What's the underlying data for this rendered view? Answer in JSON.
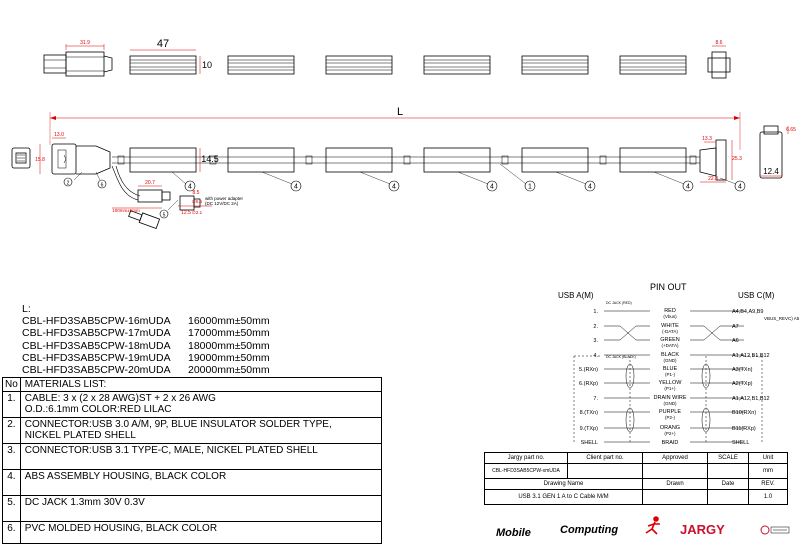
{
  "dims": {
    "plug_len": "31.9",
    "seg_len": "47",
    "seg_h": "10",
    "c_w": "8.6",
    "overall": "L",
    "a_off": "13.0",
    "a_h": "15.8",
    "seg_h2": "14.5",
    "c_off": "13.3",
    "c_h": "25.3",
    "c_len": "22.8",
    "c_end_h": "6.65",
    "c_end_w": "12.4",
    "dc_w": "20.7",
    "dc_len": "100mm±5mm",
    "dc_d1": "8.5",
    "dc_d2": "12.5",
    "dc_d3": "∅5.5",
    "dc_d4": "∅2.1"
  },
  "balloons": [
    "1",
    "2",
    "3",
    "4",
    "5",
    "6"
  ],
  "adapter_note": [
    "with power adapter",
    "(DC 12V/DC 2A)"
  ],
  "length_table": {
    "label": "L:",
    "rows": [
      {
        "pn": "CBL-HFD3SAB5CPW-16mUDA",
        "len": "16000mm±50mm"
      },
      {
        "pn": "CBL-HFD3SAB5CPW-17mUDA",
        "len": "17000mm±50mm"
      },
      {
        "pn": "CBL-HFD3SAB5CPW-18mUDA",
        "len": "18000mm±50mm"
      },
      {
        "pn": "CBL-HFD3SAB5CPW-19mUDA",
        "len": "19000mm±50mm"
      },
      {
        "pn": "CBL-HFD3SAB5CPW-20mUDA",
        "len": "20000mm±50mm"
      }
    ]
  },
  "materials": {
    "header_no": "No",
    "header": "MATERIALS LIST:",
    "items": [
      {
        "no": "1.",
        "text": "CABLE: 3 x (2 x 28 AWG)ST + 2 x 26 AWG\nO.D.:6.1mm COLOR:RED LILAC"
      },
      {
        "no": "2.",
        "text": "CONNECTOR:USB 3.0 A/M, 9P, BLUE INSULATOR SOLDER TYPE,\nNICKEL PLATED SHELL"
      },
      {
        "no": "3.",
        "text": "CONNECTOR:USB 3.1 TYPE-C, MALE, NICKEL PLATED SHELL"
      },
      {
        "no": "4.",
        "text": "ABS ASSEMBLY HOUSING, BLACK COLOR"
      },
      {
        "no": "5.",
        "text": "DC JACK 1.3mm 30V 0.3V"
      },
      {
        "no": "6.",
        "text": "PVC MOLDED HOUSING, BLACK COLOR"
      }
    ]
  },
  "pinout": {
    "title": "PIN OUT",
    "left_title": "USB A(M)",
    "right_title": "USB C(M)",
    "dc_jack_red": "DC JACK (RED)",
    "dc_jack_black": "DC JACK (BLACK)",
    "vbus_extra": "VBUS_REVC) A5",
    "rows": [
      {
        "l": "1.",
        "name": "RED",
        "sub": "(Vbus)",
        "r": "A4,B4,A9,B9"
      },
      {
        "l": "2.",
        "name": "WHITE",
        "sub": "(-DATA)",
        "r": "A7"
      },
      {
        "l": "3.",
        "name": "GREEN",
        "sub": "(+DATA)",
        "r": "A6"
      },
      {
        "l": "4.",
        "name": "BLACK",
        "sub": "(GND)",
        "r": "A1,A12,B1,B12"
      },
      {
        "l": "5.(RXn)",
        "name": "BLUE",
        "sub": "(P1-)",
        "r": "A3(TXn)"
      },
      {
        "l": "6.(RXp)",
        "name": "YELLOW",
        "sub": "(P1+)",
        "r": "A2(TXp)"
      },
      {
        "l": "7.",
        "name": "DRAIN WIRE",
        "sub": "(GND)",
        "r": "A1,A12,B1,B12"
      },
      {
        "l": "8.(TXn)",
        "name": "PURPLE",
        "sub": "(P2-)",
        "r": "B10(RXn)"
      },
      {
        "l": "9.(TXp)",
        "name": "ORANG",
        "sub": "(P2+)",
        "r": "B11(RXp)"
      },
      {
        "l": "SHELL",
        "name": "BRAID",
        "sub": "",
        "r": "SHELL"
      }
    ]
  },
  "title_block": {
    "jargy_pn_label": "Jargy part no.",
    "client_pn_label": "Client part no.",
    "approved_label": "Approved",
    "scale_label": "SCALE",
    "unit_label": "Unit",
    "part_no": "CBL-HFD3SAB5CPW-xmUDA",
    "unit": "mm",
    "drawing_name_label": "Drawing Name",
    "drawn_label": "Drawn",
    "date_label": "Date",
    "rev_label": "REV.",
    "drawing_name": "USB 3.1 GEN 1 A to C Cable M/M",
    "rev": "1.0"
  },
  "logos": {
    "mobile": "Mobile",
    "computing": "Computing",
    "jargy": "JARGY"
  }
}
